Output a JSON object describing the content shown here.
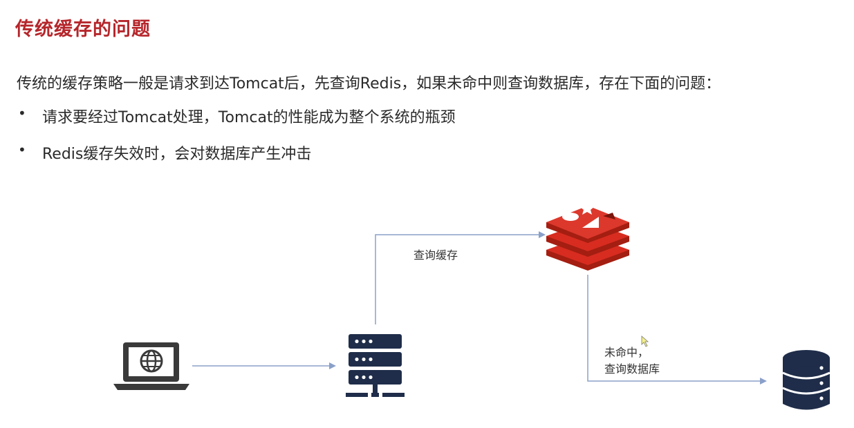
{
  "slide": {
    "title": "传统缓存的问题",
    "intro": "传统的缓存策略一般是请求到达Tomcat后，先查询Redis，如果未命中则查询数据库，存在下面的问题：",
    "bullets": [
      {
        "marker": "•",
        "text": "请求要经过Tomcat处理，Tomcat的性能成为整个系统的瓶颈"
      },
      {
        "marker": "•",
        "text": "Redis缓存失效时，会对数据库产生冲击"
      }
    ]
  },
  "diagram": {
    "nodes": [
      {
        "id": "client",
        "icon": "laptop-globe-icon"
      },
      {
        "id": "tomcat",
        "icon": "server-stack-icon"
      },
      {
        "id": "redis",
        "icon": "redis-logo-icon"
      },
      {
        "id": "database",
        "icon": "database-icon"
      }
    ],
    "edges": {
      "query_cache": "查询缓存",
      "miss_line1": "未命中，",
      "miss_line2": "查询数据库"
    },
    "colors": {
      "title": "#b5262b",
      "arrow": "#8aa0c9",
      "icon_dark": "#1f2d4a",
      "laptop": "#3a3a3a",
      "redis_red": "#d82c20",
      "redis_dark": "#a41e11"
    }
  }
}
